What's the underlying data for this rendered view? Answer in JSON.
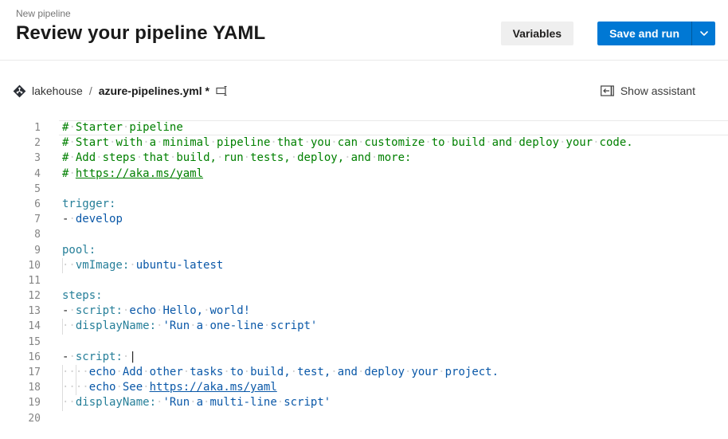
{
  "page": {
    "eyebrow": "New pipeline",
    "title": "Review your pipeline YAML"
  },
  "actions": {
    "variables": "Variables",
    "save_and_run": "Save and run"
  },
  "breadcrumb": {
    "repo": "lakehouse",
    "separator": "/",
    "file": "azure-pipelines.yml *"
  },
  "assistant": {
    "label": "Show assistant"
  },
  "colors": {
    "accent": "#0078d4",
    "comment": "#008000",
    "yaml_key": "#267f99",
    "yaml_value": "#0a58a8"
  },
  "editor": {
    "active_line": 1,
    "lines": [
      {
        "tokens": [
          [
            "c",
            "# Starter pipeline"
          ]
        ],
        "guides": []
      },
      {
        "tokens": [
          [
            "c",
            "# Start with a minimal pipeline that you can customize to build and deploy your code."
          ]
        ],
        "guides": []
      },
      {
        "tokens": [
          [
            "c",
            "# Add steps that build, run tests, deploy, and more:"
          ]
        ],
        "guides": []
      },
      {
        "tokens": [
          [
            "c",
            "# "
          ],
          [
            "cl",
            "https://aka.ms/yaml"
          ]
        ],
        "guides": []
      },
      {
        "tokens": [],
        "guides": []
      },
      {
        "tokens": [
          [
            "k",
            "trigger:"
          ]
        ],
        "guides": []
      },
      {
        "tokens": [
          [
            "p",
            "- "
          ],
          [
            "v",
            "develop"
          ]
        ],
        "guides": []
      },
      {
        "tokens": [],
        "guides": []
      },
      {
        "tokens": [
          [
            "k",
            "pool:"
          ]
        ],
        "guides": []
      },
      {
        "tokens": [
          [
            "w",
            "  "
          ],
          [
            "k",
            "vmImage:"
          ],
          [
            "w",
            " "
          ],
          [
            "v",
            "ubuntu-latest"
          ]
        ],
        "guides": [
          0
        ]
      },
      {
        "tokens": [],
        "guides": []
      },
      {
        "tokens": [
          [
            "k",
            "steps:"
          ]
        ],
        "guides": []
      },
      {
        "tokens": [
          [
            "p",
            "- "
          ],
          [
            "k",
            "script:"
          ],
          [
            "w",
            " "
          ],
          [
            "v",
            "echo Hello, world!"
          ]
        ],
        "guides": []
      },
      {
        "tokens": [
          [
            "w",
            "  "
          ],
          [
            "k",
            "displayName:"
          ],
          [
            "w",
            " "
          ],
          [
            "v",
            "'Run a one-line script'"
          ]
        ],
        "guides": [
          0
        ]
      },
      {
        "tokens": [],
        "guides": []
      },
      {
        "tokens": [
          [
            "p",
            "- "
          ],
          [
            "k",
            "script:"
          ],
          [
            "w",
            " "
          ],
          [
            "p",
            "|"
          ]
        ],
        "guides": []
      },
      {
        "tokens": [
          [
            "w",
            "    "
          ],
          [
            "v",
            "echo Add other tasks to build, test, and deploy your project."
          ]
        ],
        "guides": [
          0,
          2
        ]
      },
      {
        "tokens": [
          [
            "w",
            "    "
          ],
          [
            "v",
            "echo See "
          ],
          [
            "vl",
            "https://aka.ms/yaml"
          ]
        ],
        "guides": [
          0,
          2
        ]
      },
      {
        "tokens": [
          [
            "w",
            "  "
          ],
          [
            "k",
            "displayName:"
          ],
          [
            "w",
            " "
          ],
          [
            "v",
            "'Run a multi-line script'"
          ]
        ],
        "guides": [
          0
        ]
      },
      {
        "tokens": [],
        "guides": []
      }
    ]
  }
}
